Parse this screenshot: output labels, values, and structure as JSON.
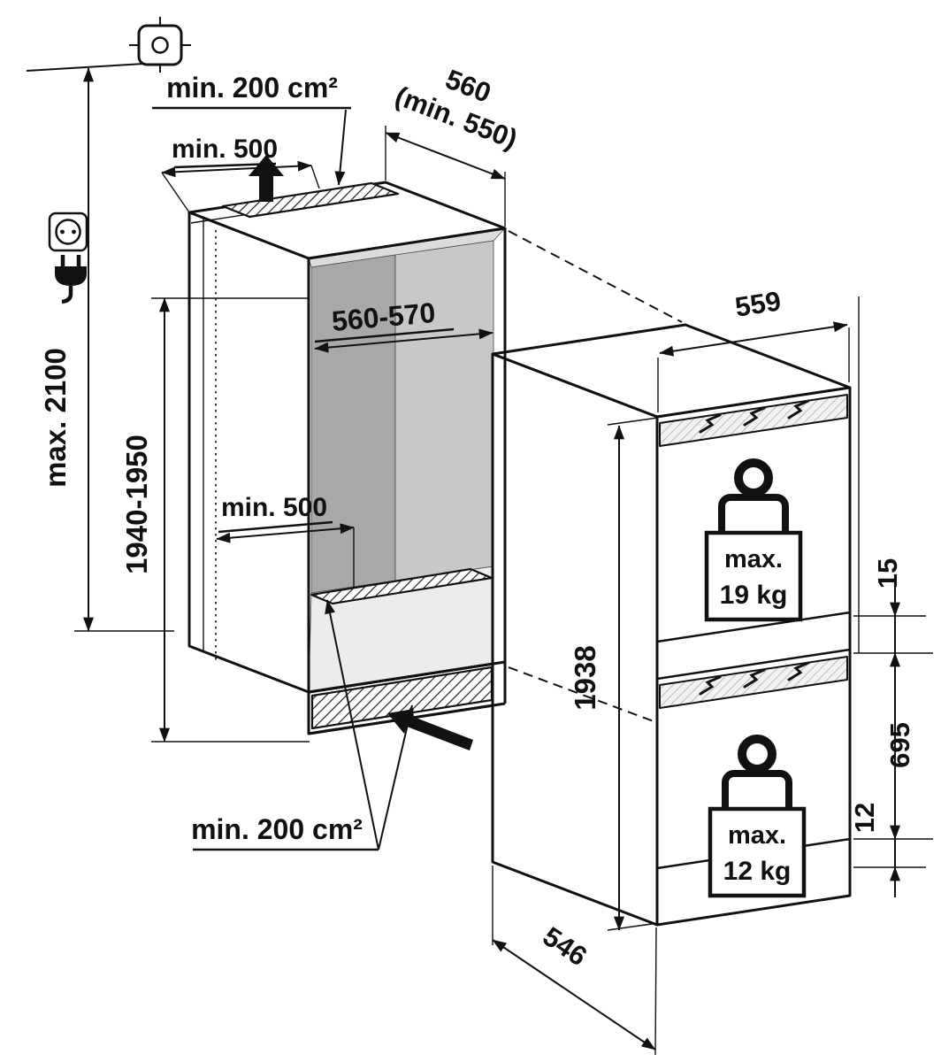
{
  "diagram": {
    "type": "built-in appliance installation drawing",
    "niche": {
      "top_vent_area": "min. 200 cm²",
      "top_vent_width": "min. 500",
      "depth_line1": "560",
      "depth_line2": "(min. 550)",
      "inner_width": "560-570",
      "overall_height": "max. 2100",
      "inner_height": "1940-1950",
      "floor_vent_width": "min. 500",
      "bottom_vent_area": "min. 200 cm²"
    },
    "appliance": {
      "width": "559",
      "height": "1938",
      "depth": "546",
      "top_gap": "15",
      "lower_door_height": "695",
      "bottom_gap": "12",
      "upper_door_weight_prefix": "max.",
      "upper_door_weight": "19 kg",
      "lower_door_weight_prefix": "max.",
      "lower_door_weight": "12 kg"
    },
    "icons": {
      "datum": "position-datum-icon",
      "socket": "power-socket-icon",
      "plug": "power-plug-icon",
      "airflow": "airflow-up-arrow-icon",
      "insertion": "insertion-direction-arrow-icon",
      "door_weight": "kettlebell-weight-icon"
    },
    "colors": {
      "line": "#111111",
      "interior_dark": "#a8a8a8",
      "interior_mid": "#c8c8c8",
      "interior_light": "#ececec",
      "interior_ceiling": "#dcdcdc"
    }
  }
}
